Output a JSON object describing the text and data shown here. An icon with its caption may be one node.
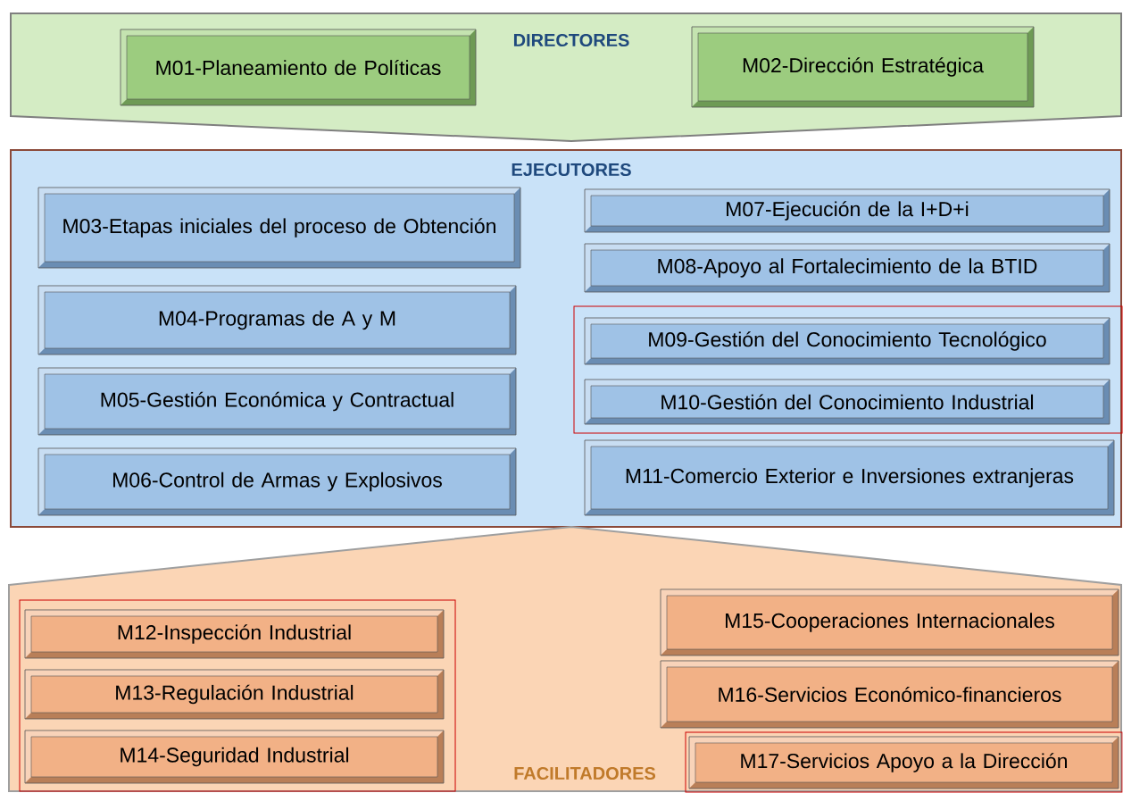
{
  "diagram": {
    "nodes": [
      {
        "text": [
          "DIRECTORES"
        ]
      },
      {
        "text": [
          "M01-Planeamiento de Políticas"
        ],
        "in": 0
      },
      {
        "text": [
          "M02-Dirección Estratégica"
        ],
        "in": 0
      },
      {
        "text": [
          "EJECUTORES"
        ]
      },
      {
        "text": [
          "M03-Etapas iniciales del proceso de Obtención"
        ],
        "in": 3
      },
      {
        "text": [
          "M04-Programas de A y M"
        ],
        "in": 3
      },
      {
        "text": [
          "M05-Gestión Económica y Contractual"
        ],
        "in": 3
      },
      {
        "text": [
          "M06-Control de Armas y Explosivos"
        ],
        "in": 3
      },
      {
        "text": [
          "M07-Ejecución de la I+D+i"
        ],
        "in": 3
      },
      {
        "text": [
          "M08-Apoyo al Fortalecimiento de la BTID"
        ],
        "in": 3
      },
      {
        "text": [
          "M09-Gestión del Conocimiento Tecnológico"
        ],
        "in": 3
      },
      {
        "text": [
          "M10-Gestión del Conocimiento Industrial"
        ],
        "in": 3
      },
      {
        "text": [
          "M11-Comercio Exterior e Inversiones extranjeras"
        ],
        "in": 3
      },
      {
        "text": [
          "FACILITADORES"
        ]
      },
      {
        "text": [
          "M12-Inspección Industrial"
        ],
        "in": 13
      },
      {
        "text": [
          "M13-Regulación Industrial"
        ],
        "in": 13
      },
      {
        "text": [
          "M14-Seguridad Industrial"
        ],
        "in": 13
      },
      {
        "text": [
          "M15-Cooperaciones Internacionales"
        ],
        "in": 13
      },
      {
        "text": [
          "M16-Servicios Económico-financieros"
        ],
        "in": 13
      },
      {
        "text": [
          "M17-Servicios Apoyo a la Dirección"
        ],
        "in": 13
      }
    ]
  }
}
